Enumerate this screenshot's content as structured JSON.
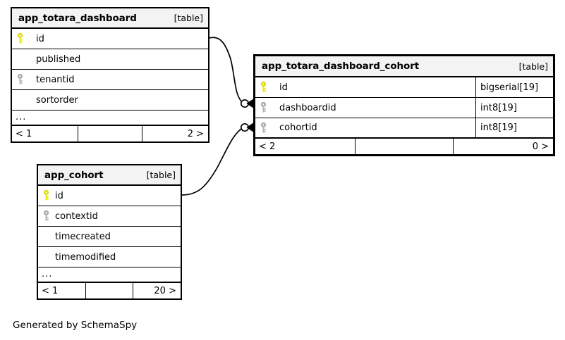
{
  "diagram": {
    "kind": "database-schema-erd",
    "caption": "Generated by SchemaSpy",
    "colors": {
      "background": "#ffffff",
      "border": "#000000",
      "header_fill": "#f3f3f3",
      "primary_key": "#e8e800",
      "foreign_key": "#b3b3b3",
      "edge": "#000000"
    },
    "tables": [
      {
        "id": "app_totara_dashboard",
        "name": "app_totara_dashboard",
        "tag": "[table]",
        "emphasis": "normal",
        "has_type_column": false,
        "columns": [
          {
            "name": "id",
            "key": "primary",
            "key_icon": "key-icon-primary",
            "type": ""
          },
          {
            "name": "published",
            "key": "none",
            "key_icon": "",
            "type": ""
          },
          {
            "name": "tenantid",
            "key": "foreign",
            "key_icon": "key-icon-foreign",
            "type": ""
          },
          {
            "name": "sortorder",
            "key": "none",
            "key_icon": "",
            "type": ""
          }
        ],
        "more_indicator": "...",
        "footer": {
          "left": "< 1",
          "middle": "",
          "right": "2 >"
        }
      },
      {
        "id": "app_totara_dashboard_cohort",
        "name": "app_totara_dashboard_cohort",
        "tag": "[table]",
        "emphasis": "thick",
        "has_type_column": true,
        "columns": [
          {
            "name": "id",
            "key": "primary",
            "key_icon": "key-icon-primary",
            "type": "bigserial[19]"
          },
          {
            "name": "dashboardid",
            "key": "foreign",
            "key_icon": "key-icon-foreign",
            "type": "int8[19]"
          },
          {
            "name": "cohortid",
            "key": "foreign",
            "key_icon": "key-icon-foreign",
            "type": "int8[19]"
          }
        ],
        "more_indicator": "",
        "footer": {
          "left": "< 2",
          "middle": "",
          "right": "0 >"
        }
      },
      {
        "id": "app_cohort",
        "name": "app_cohort",
        "tag": "[table]",
        "emphasis": "normal",
        "has_type_column": false,
        "columns": [
          {
            "name": "id",
            "key": "primary",
            "key_icon": "key-icon-primary",
            "type": ""
          },
          {
            "name": "contextid",
            "key": "foreign",
            "key_icon": "key-icon-foreign",
            "type": ""
          },
          {
            "name": "timecreated",
            "key": "none",
            "key_icon": "",
            "type": ""
          },
          {
            "name": "timemodified",
            "key": "none",
            "key_icon": "",
            "type": ""
          }
        ],
        "more_indicator": "...",
        "footer": {
          "left": "< 1",
          "middle": "",
          "right": "20 >"
        }
      }
    ],
    "relationships": [
      {
        "id": "dashboard-to-dashboard-cohort",
        "from_table": "app_totara_dashboard",
        "from_column": "id",
        "to_table": "app_totara_dashboard_cohort",
        "to_column": "dashboardid",
        "from_cardinality": "one",
        "to_cardinality": "zero-or-many"
      },
      {
        "id": "cohort-to-dashboard-cohort",
        "from_table": "app_cohort",
        "from_column": "id",
        "to_table": "app_totara_dashboard_cohort",
        "to_column": "cohortid",
        "from_cardinality": "one",
        "to_cardinality": "zero-or-many"
      }
    ]
  }
}
